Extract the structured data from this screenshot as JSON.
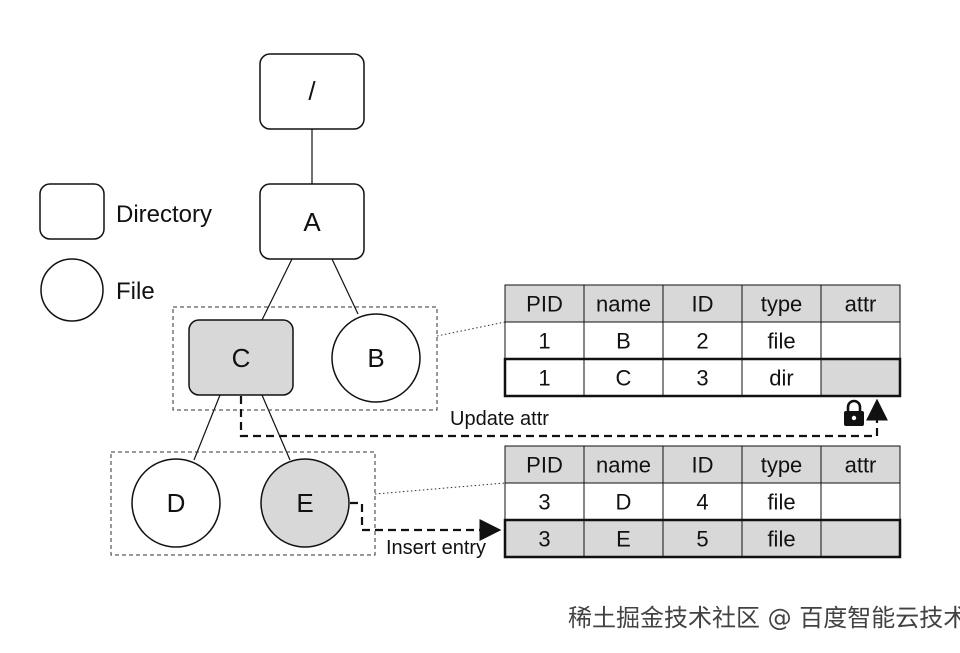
{
  "legend": {
    "directory_label": "Directory",
    "file_label": "File"
  },
  "tree": {
    "root_label": "/",
    "nodes": {
      "A": "A",
      "B": "B",
      "C": "C",
      "D": "D",
      "E": "E"
    }
  },
  "table_top": {
    "headers": [
      "PID",
      "name",
      "ID",
      "type",
      "attr"
    ],
    "rows": [
      [
        "1",
        "B",
        "2",
        "file",
        ""
      ],
      [
        "1",
        "C",
        "3",
        "dir",
        ""
      ]
    ]
  },
  "table_bottom": {
    "headers": [
      "PID",
      "name",
      "ID",
      "type",
      "attr"
    ],
    "rows": [
      [
        "3",
        "D",
        "4",
        "file",
        ""
      ],
      [
        "3",
        "E",
        "5",
        "file",
        ""
      ]
    ]
  },
  "annotations": {
    "update_attr": "Update attr",
    "insert_entry": "Insert entry"
  },
  "watermark": "稀土掘金技术社区 @ 百度智能云技术站",
  "colors": {
    "highlight_fill": "#d8d8d8",
    "header_fill": "#d8d8d8",
    "stroke": "#111111"
  },
  "icons": {
    "lock": "lock-icon"
  }
}
